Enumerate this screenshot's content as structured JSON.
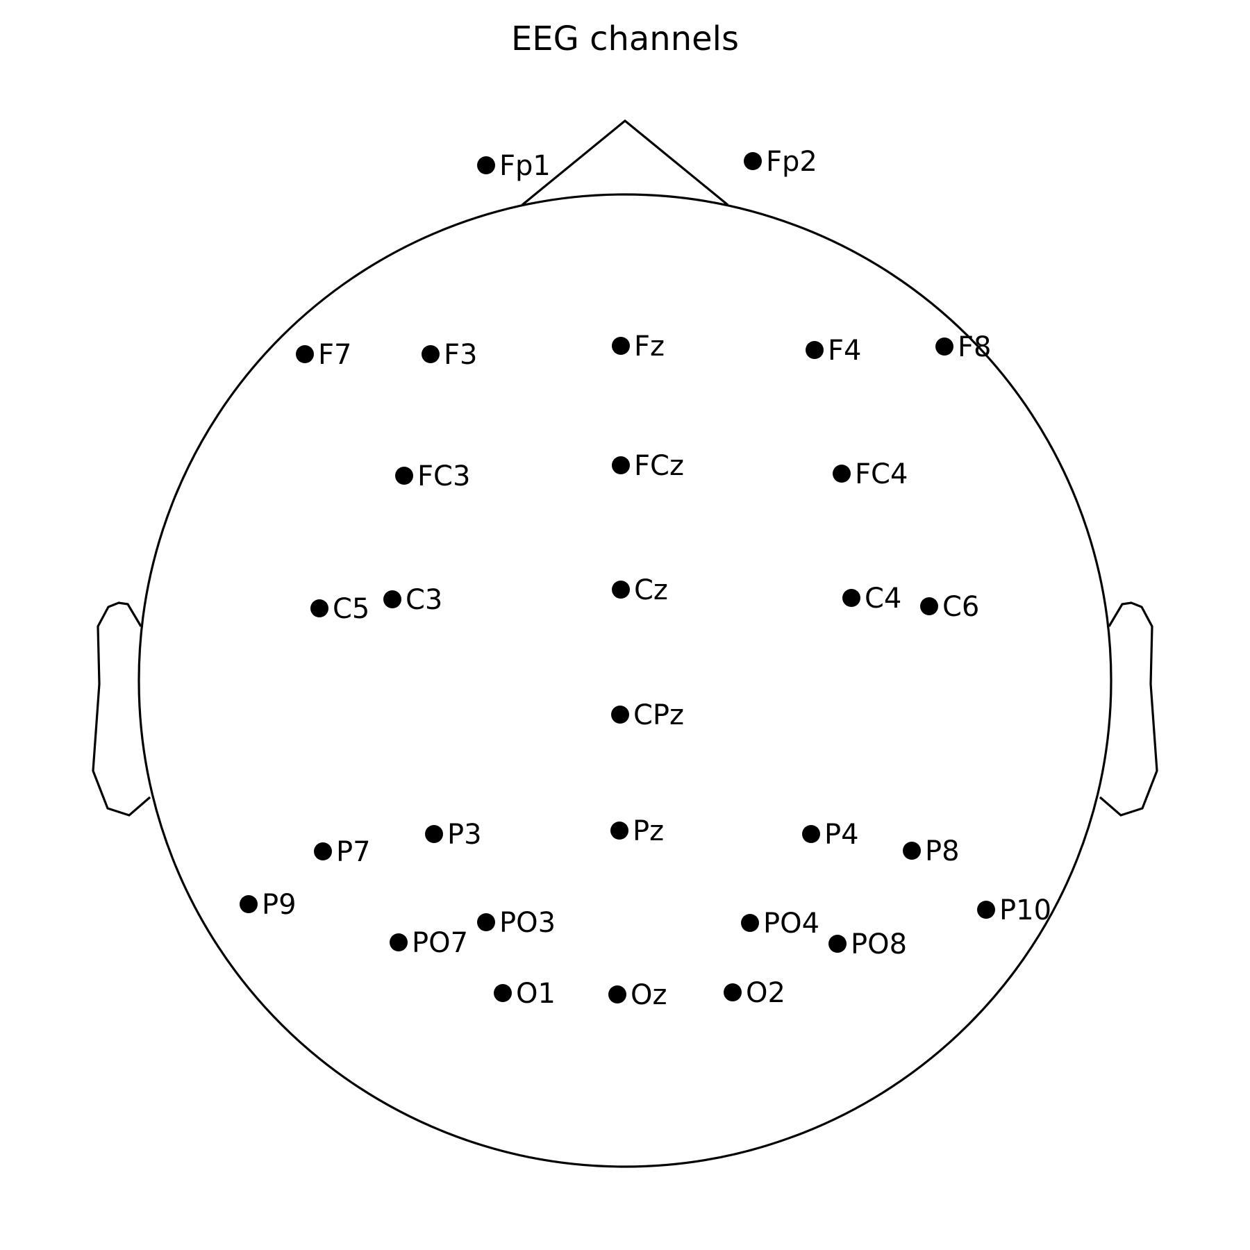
{
  "title": "EEG channels",
  "colors": {
    "outline": "#000000",
    "sensor": "#000000",
    "background": "#ffffff"
  },
  "channels": [
    {
      "name": "Fp1"
    },
    {
      "name": "Fp2"
    },
    {
      "name": "F7"
    },
    {
      "name": "F3"
    },
    {
      "name": "Fz"
    },
    {
      "name": "F4"
    },
    {
      "name": "F8"
    },
    {
      "name": "FC3"
    },
    {
      "name": "FCz"
    },
    {
      "name": "FC4"
    },
    {
      "name": "C5"
    },
    {
      "name": "C3"
    },
    {
      "name": "Cz"
    },
    {
      "name": "C4"
    },
    {
      "name": "C6"
    },
    {
      "name": "CPz"
    },
    {
      "name": "P7"
    },
    {
      "name": "P3"
    },
    {
      "name": "Pz"
    },
    {
      "name": "P4"
    },
    {
      "name": "P8"
    },
    {
      "name": "P9"
    },
    {
      "name": "P10"
    },
    {
      "name": "PO7"
    },
    {
      "name": "PO3"
    },
    {
      "name": "PO4"
    },
    {
      "name": "PO8"
    },
    {
      "name": "O1"
    },
    {
      "name": "Oz"
    },
    {
      "name": "O2"
    }
  ]
}
